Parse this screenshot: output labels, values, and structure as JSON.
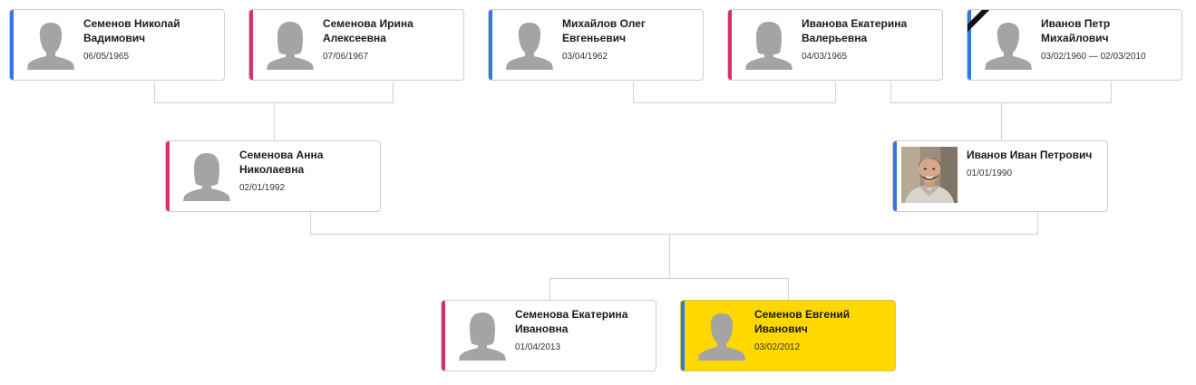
{
  "colors": {
    "male": "#2f78e4",
    "female": "#d9306d",
    "selected": "#ffd800",
    "line": "#d6d6d6"
  },
  "people": {
    "p1": {
      "name": "Семенов Николай Вадимович",
      "dates": "06/05/1965",
      "gender": "male",
      "avatar": "person-silhouette-male-icon"
    },
    "p2": {
      "name": "Семенова Ирина Алексеевна",
      "dates": "07/06/1967",
      "gender": "female",
      "avatar": "person-silhouette-female-icon"
    },
    "p3": {
      "name": "Михайлов Олег Евгеньевич",
      "dates": "03/04/1962",
      "gender": "male",
      "avatar": "person-silhouette-male-icon"
    },
    "p4": {
      "name": "Иванова Екатерина Валерьевна",
      "dates": "04/03/1965",
      "gender": "female",
      "avatar": "person-silhouette-female-icon"
    },
    "p5": {
      "name": "Иванов Петр Михайлович",
      "dates": "03/02/1960 — 02/03/2010",
      "gender": "male",
      "avatar": "person-silhouette-male-icon",
      "deceased": true
    },
    "p6": {
      "name": "Семенова Анна Николаевна",
      "dates": "02/01/1992",
      "gender": "female",
      "avatar": "person-silhouette-female-icon"
    },
    "p7": {
      "name": "Иванов Иван Петрович",
      "dates": "01/01/1990",
      "gender": "male",
      "avatar": "person-photo"
    },
    "p8": {
      "name": "Семенова Екатерина Ивановна",
      "dates": "01/04/2013",
      "gender": "female",
      "avatar": "person-silhouette-female-icon"
    },
    "p9": {
      "name": "Семенов Евгений Иванович",
      "dates": "03/02/2012",
      "gender": "male",
      "avatar": "person-silhouette-male-icon",
      "selected": true
    }
  }
}
